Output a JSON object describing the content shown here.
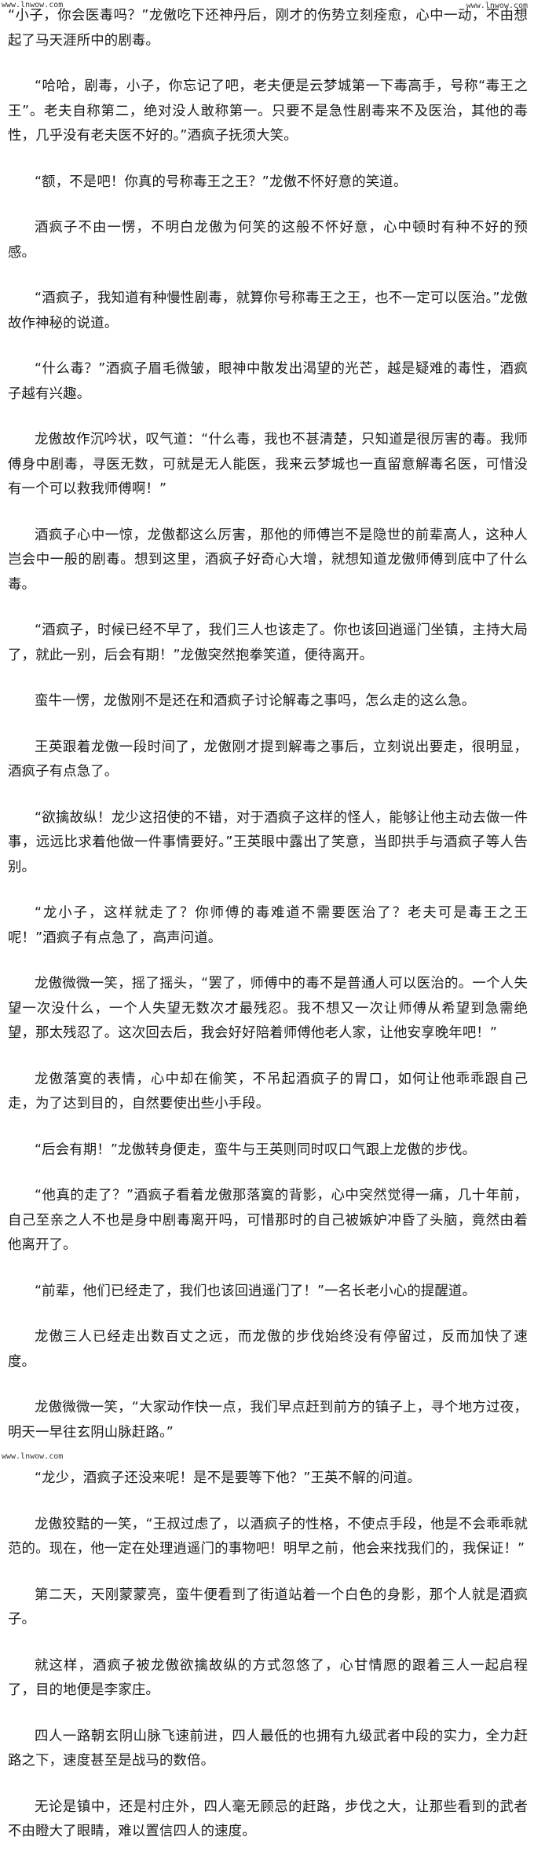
{
  "watermarks": {
    "top_left": "www.lnwow.com",
    "top_right": "www.lnwow.com",
    "bottom_left": "www.lnwow.com"
  },
  "paragraphs": [
    "“小子，你会医毒吗？”龙傲吃下还神丹后，刚才的伤势立刻痊愈，心中一动，不由想起了马天涯所中的剧毒。",
    "“哈哈，剧毒，小子，你忘记了吧，老夫便是云梦城第一下毒高手，号称“毒王之王”。老夫自称第二，绝对没人敢称第一。只要不是急性剧毒来不及医治，其他的毒性，几乎没有老夫医不好的。”酒疯子抚须大笑。",
    "“额，不是吧！你真的号称毒王之王？”龙傲不怀好意的笑道。",
    "酒疯子不由一愣，不明白龙傲为何笑的这般不怀好意，心中顿时有种不好的预感。",
    "“酒疯子，我知道有种慢性剧毒，就算你号称毒王之王，也不一定可以医治。”龙傲故作神秘的说道。",
    "“什么毒？”酒疯子眉毛微皱，眼神中散发出渴望的光芒，越是疑难的毒性，酒疯子越有兴趣。",
    "龙傲故作沉吟状，叹气道：“什么毒，我也不甚清楚，只知道是很厉害的毒。我师傅身中剧毒，寻医无数，可就是无人能医，我来云梦城也一直留意解毒名医，可惜没有一个可以救我师傅啊！”",
    "酒疯子心中一惊，龙傲都这么厉害，那他的师傅岂不是隐世的前辈高人，这种人岂会中一般的剧毒。想到这里，酒疯子好奇心大增，就想知道龙傲师傅到底中了什么毒。",
    "“酒疯子，时候已经不早了，我们三人也该走了。你也该回逍遥门坐镇，主持大局了，就此一别，后会有期！”龙傲突然抱拳笑道，便待离开。",
    "蛮牛一愣，龙傲刚不是还在和酒疯子讨论解毒之事吗，怎么走的这么急。",
    "王英跟着龙傲一段时间了，龙傲刚才提到解毒之事后，立刻说出要走，很明显，酒疯子有点急了。",
    "“欲擒故纵！龙少这招使的不错，对于酒疯子这样的怪人，能够让他主动去做一件事，远远比求着他做一件事情要好。”王英眼中露出了笑意，当即拱手与酒疯子等人告别。",
    "“龙小子，这样就走了？你师傅的毒难道不需要医治了？老夫可是毒王之王呢！”酒疯子有点急了，高声问道。",
    "龙傲微微一笑，摇了摇头，“罢了，师傅中的毒不是普通人可以医治的。一个人失望一次没什么，一个人失望无数次才最残忍。我不想又一次让师傅从希望到急需绝望，那太残忍了。这次回去后，我会好好陪着师傅他老人家，让他安享晚年吧！”",
    "龙傲落寞的表情，心中却在偷笑，不吊起酒疯子的胃口，如何让他乖乖跟自己走，为了达到目的，自然要使出些小手段。",
    "“后会有期！”龙傲转身便走，蛮牛与王英则同时叹口气跟上龙傲的步伐。",
    "“他真的走了？”酒疯子看着龙傲那落寞的背影，心中突然觉得一痛，几十年前，自己至亲之人不也是身中剧毒离开吗，可惜那时的自己被嫉妒冲昏了头脑，竟然由着他离开了。",
    "“前辈，他们已经走了，我们也该回逍遥门了！”一名长老小心的提醒道。",
    "龙傲三人已经走出数百丈之远，而龙傲的步伐始终没有停留过，反而加快了速度。",
    "龙傲微微一笑，“大家动作快一点，我们早点赶到前方的镇子上，寻个地方过夜，明天一早往玄阴山脉赶路。”",
    "“龙少，酒疯子还没来呢！是不是要等下他？”王英不解的问道。",
    "龙傲狡黠的一笑，“王叔过虑了，以酒疯子的性格，不使点手段，他是不会乖乖就范的。现在，他一定在处理逍遥门的事物吧！明早之前，他会来找我们的，我保证！”",
    "第二天，天刚蒙蒙亮，蛮牛便看到了街道站着一个白色的身影，那个人就是酒疯子。",
    "就这样，酒疯子被龙傲欲擒故纵的方式忽悠了，心甘情愿的跟着三人一起启程了，目的地便是李家庄。",
    "四人一路朝玄阴山脉飞速前进，四人最低的也拥有九级武者中段的实力，全力赶路之下，速度甚至是战马的数倍。",
    "无论是镇中，还是村庄外，四人毫无顾忌的赶路，步伐之大，让那些看到的武者不由瞪大了眼睛，难以置信四人的速度。"
  ]
}
